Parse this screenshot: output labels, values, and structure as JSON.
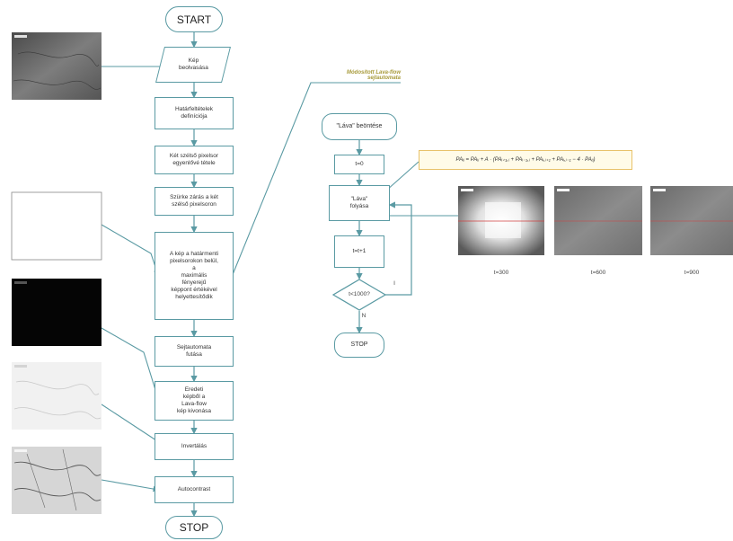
{
  "main_flow": {
    "start": "START",
    "step1": "Kép\nbeolvasása",
    "step2": "Határfeltételek\ndefiníciója",
    "step3": "Két szélső pixelsor\negyenlővé tétele",
    "step4": "Szürke zárás a két\nszélső pixelsoron",
    "step5": "A kép a határmenti\npixelsorokon belül,\na\nmaximális\nfényerejű\nképpont értékével\nhelyettesítődik",
    "step6": "Sejtautomata\nfutása",
    "step7": "Eredeti\nképből a\nLava-flow\nkép kivonása",
    "step8": "Invertálás",
    "step9": "Autocontrast",
    "stop": "STOP"
  },
  "sub_flow": {
    "title": "Módosított Lava-flow\nsejtautomata",
    "step1": "\"Láva\" beöntése",
    "step2": "t=0",
    "step3": "\"Láva\"\nfolyása",
    "step4": "t=t+1",
    "decision": "t<1000?",
    "yes_label": "I",
    "no_label": "N",
    "stop": "STOP",
    "formula": "PAᵢⱼ = PAᵢⱼ + A · (PAᵢ₊₁,ⱼ + PAᵢ₋₁,ⱼ + PAᵢ,ⱼ₊₁ + PAᵢ,ⱼ₋₁ − 4 · PAᵢⱼ)"
  },
  "results": {
    "items": [
      {
        "label": "t=300"
      },
      {
        "label": "t=600"
      },
      {
        "label": "t=900"
      }
    ]
  },
  "colors": {
    "line": "#5a9aa3",
    "formula_border": "#e8c26a",
    "formula_fill": "#fffbe8",
    "title_color": "#a79a3a",
    "red_line": "#d04040"
  }
}
